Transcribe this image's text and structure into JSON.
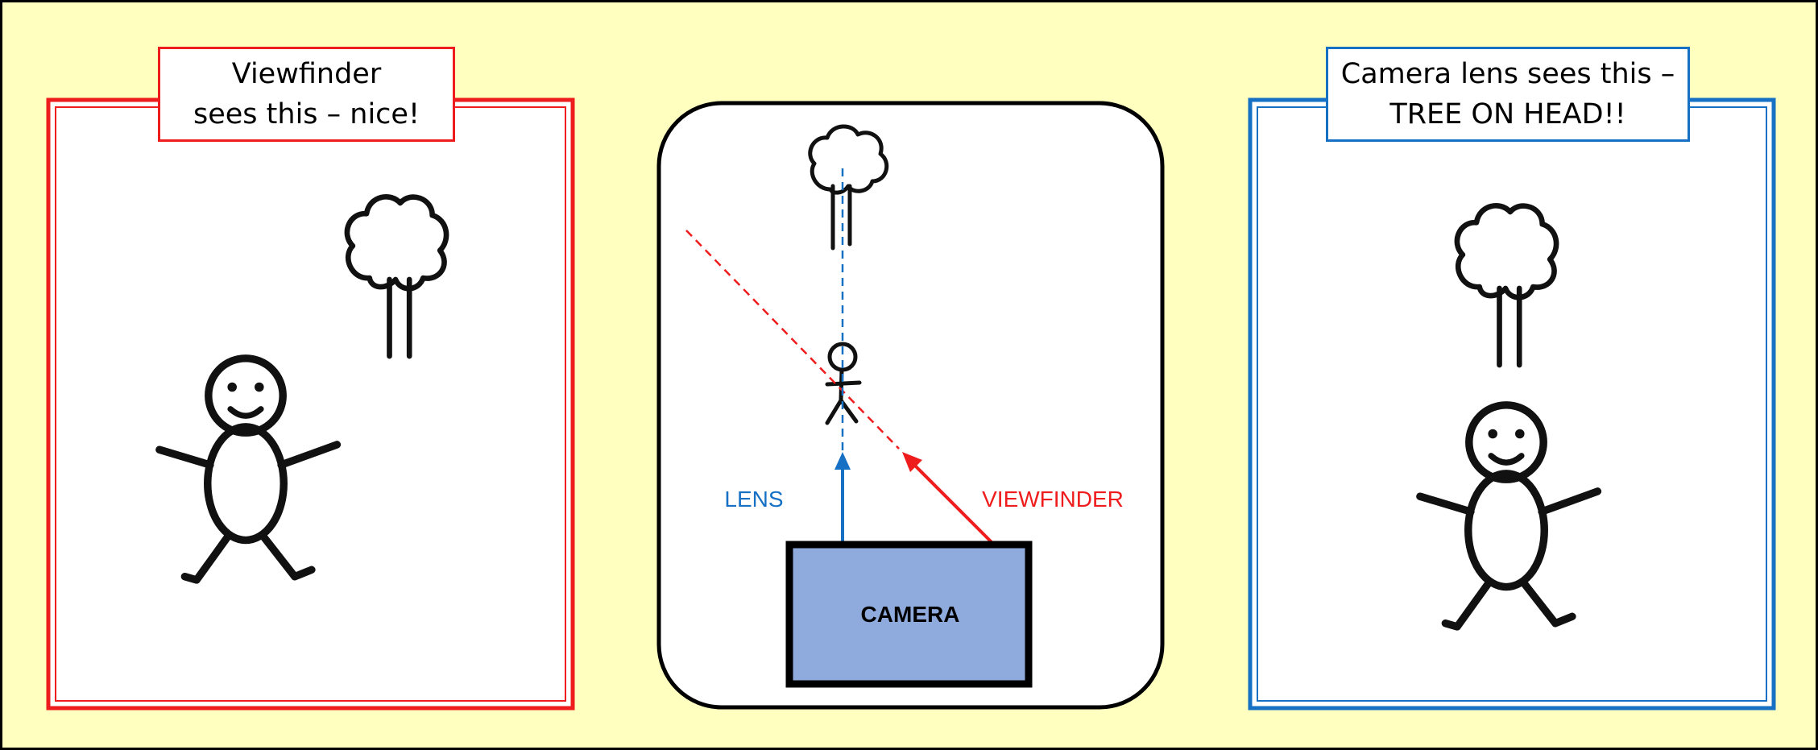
{
  "colors": {
    "background": "#ffffc0",
    "viewfinder": "#ee1c1c",
    "lens": "#1670c4",
    "camera_fill": "#8faadc",
    "ink": "#111111"
  },
  "viewfinder_panel": {
    "caption_line1": "Viewfinder",
    "caption_line2": "sees this – nice!"
  },
  "lens_panel": {
    "caption_line1": "Camera lens sees this –",
    "caption_line2": "TREE ON HEAD!!"
  },
  "diagram": {
    "lens_label": "LENS",
    "viewfinder_label": "VIEWFINDER",
    "camera_label": "CAMERA"
  },
  "icons": [
    "stick-figure-icon",
    "tree-icon",
    "arrow-up-icon",
    "arrow-diagonal-icon",
    "camera-box-icon"
  ]
}
